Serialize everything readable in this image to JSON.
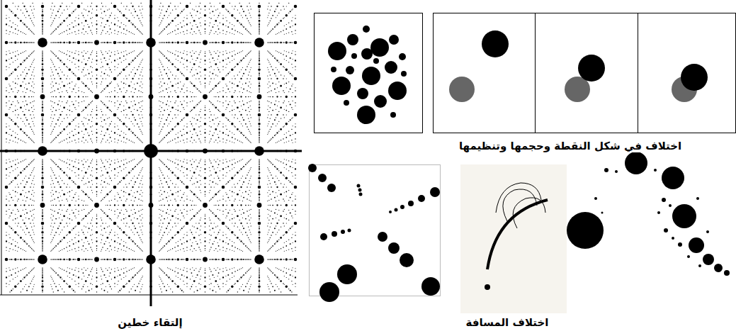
{
  "diagram": {
    "labels": [
      "اختلاف في شكل النقطة وحجمها وتنظيمها",
      "إلتقاء خطين",
      "اختلاف المسافة"
    ]
  }
}
